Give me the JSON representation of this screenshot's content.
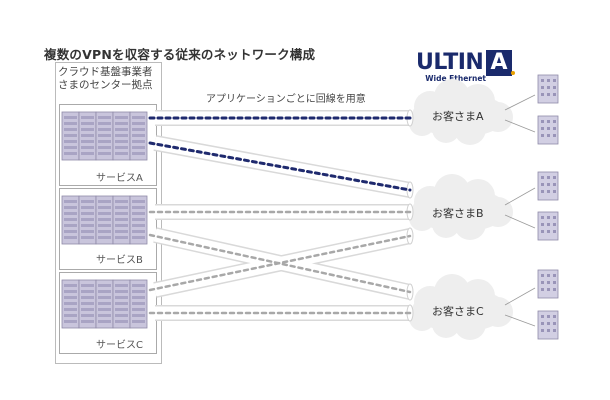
{
  "title": "複数のVPNを収容する従来のネットワーク構成",
  "logo": {
    "main": "ULTIN",
    "accent": "A",
    "sub": "Wide Ethernet"
  },
  "datacenter": {
    "line1": "クラウド基盤事業者",
    "line2": "さまのセンター拠点"
  },
  "services": [
    "サービスA",
    "サービスB",
    "サービスC"
  ],
  "annotation": "アプリケーションごとに回線を用意",
  "customers": [
    "お客さまA",
    "お客さまB",
    "お客さまC"
  ],
  "colors": {
    "vpn_a": "#1f2a6e",
    "vpn_other": "#a8a8a8",
    "pipe": "#d9d9d9",
    "cloud": "#eeeeee",
    "server": "#c9c5dc",
    "logo": "#1a2a6c"
  }
}
